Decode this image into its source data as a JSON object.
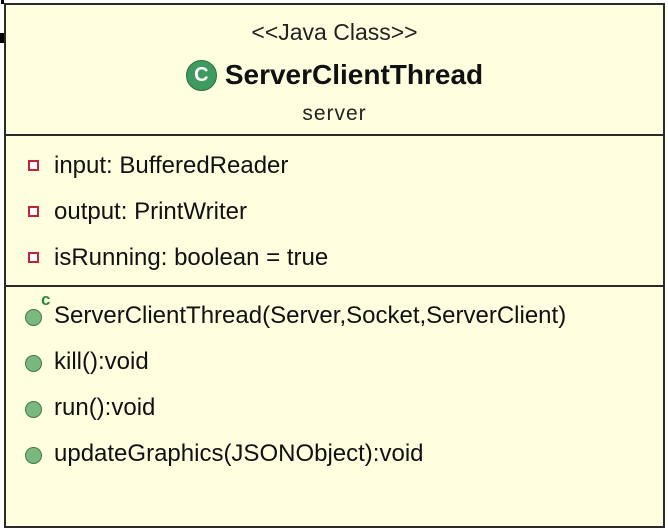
{
  "class": {
    "stereotype": "<<Java Class>>",
    "icon_letter": "C",
    "name": "ServerClientThread",
    "package": "server"
  },
  "attributes": [
    {
      "text": "input: BufferedReader",
      "visibility": "private"
    },
    {
      "text": "output: PrintWriter",
      "visibility": "private"
    },
    {
      "text": "isRunning: boolean = true",
      "visibility": "private"
    }
  ],
  "operations": [
    {
      "text": "ServerClientThread(Server,Socket,ServerClient)",
      "visibility": "public",
      "constructor_mark": "c"
    },
    {
      "text": "kill():void",
      "visibility": "public"
    },
    {
      "text": "run():void",
      "visibility": "public"
    },
    {
      "text": "updateGraphics(JSONObject):void",
      "visibility": "public"
    }
  ],
  "colors": {
    "box_fill": "#ffffe0",
    "border": "#2a2a2a",
    "private_icon": "#c0233b",
    "public_icon": "#7ab87f",
    "class_icon": "#3f9a5f"
  }
}
